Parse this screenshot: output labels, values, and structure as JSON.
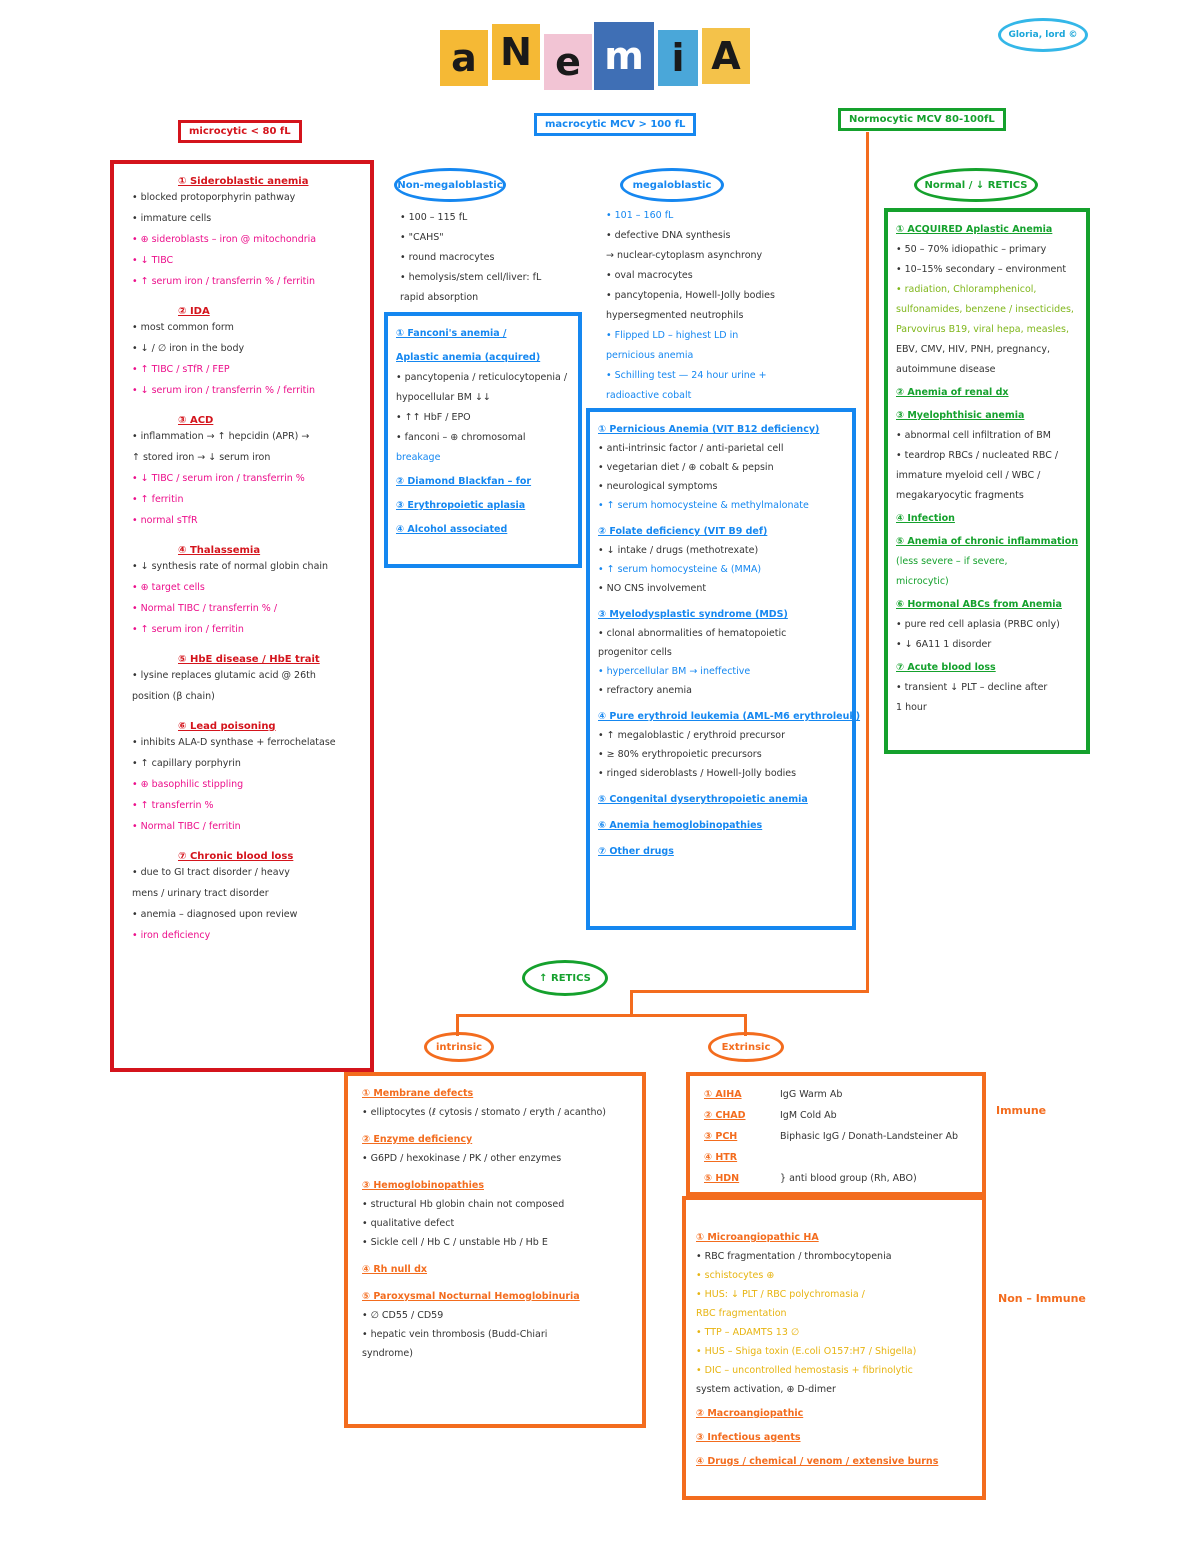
{
  "title": {
    "letters": [
      "a",
      "N",
      "e",
      "m",
      "i",
      "A"
    ],
    "tile_colors": [
      "#f5b935",
      "#f5b935",
      "#f2c4d4",
      "#3f6fb5",
      "#4aa7d9",
      "#f4c24a"
    ]
  },
  "author": "Gloria, lord ©",
  "headers": {
    "microcytic": "microcytic < 80 fL",
    "macrocytic": "macrocytic MCV > 100 fL",
    "normocytic": "Normocytic MCV 80-100fL"
  },
  "microcytic": {
    "sections": [
      {
        "title": "① Sideroblastic anemia",
        "lines": [
          {
            "t": "• blocked protoporphyrin pathway",
            "c": "dark"
          },
          {
            "t": "• immature cells",
            "c": "dark"
          },
          {
            "t": "• ⊕ sideroblasts – iron @ mitochondria",
            "c": "mag"
          },
          {
            "t": "• ↓ TIBC",
            "c": "mag"
          },
          {
            "t": "• ↑ serum iron / transferrin % / ferritin",
            "c": "mag"
          }
        ]
      },
      {
        "title": "② IDA",
        "lines": [
          {
            "t": "• most common form",
            "c": "dark"
          },
          {
            "t": "• ↓ / ∅ iron in the body",
            "c": "dark"
          },
          {
            "t": "• ↑ TIBC / sTfR / FEP",
            "c": "mag"
          },
          {
            "t": "• ↓ serum iron / transferrin % / ferritin",
            "c": "mag"
          }
        ]
      },
      {
        "title": "③ ACD",
        "lines": [
          {
            "t": "• inflammation → ↑ hepcidin (APR) →",
            "c": "dark"
          },
          {
            "t": "  ↑ stored iron → ↓ serum iron",
            "c": "dark"
          },
          {
            "t": "• ↓ TIBC / serum iron / transferrin %",
            "c": "mag"
          },
          {
            "t": "• ↑ ferritin",
            "c": "mag"
          },
          {
            "t": "• normal sTfR",
            "c": "mag"
          }
        ]
      },
      {
        "title": "④ Thalassemia",
        "lines": [
          {
            "t": "• ↓ synthesis rate of normal globin chain",
            "c": "dark"
          },
          {
            "t": "• ⊕ target cells",
            "c": "mag"
          },
          {
            "t": "• Normal TIBC / transferrin % /",
            "c": "mag"
          },
          {
            "t": "• ↑ serum iron / ferritin",
            "c": "mag"
          }
        ]
      },
      {
        "title": "⑤ HbE disease / HbE trait",
        "lines": [
          {
            "t": "• lysine replaces glutamic acid @ 26th",
            "c": "dark"
          },
          {
            "t": "  position (β chain)",
            "c": "dark"
          }
        ]
      },
      {
        "title": "⑥ Lead poisoning",
        "lines": [
          {
            "t": "• inhibits ALA-D synthase + ferrochelatase",
            "c": "dark"
          },
          {
            "t": "• ↑ capillary porphyrin",
            "c": "dark"
          },
          {
            "t": "• ⊕ basophilic stippling",
            "c": "mag"
          },
          {
            "t": "• ↑ transferrin %",
            "c": "mag"
          },
          {
            "t": "• Normal TIBC / ferritin",
            "c": "mag"
          }
        ]
      },
      {
        "title": "⑦ Chronic blood loss",
        "lines": [
          {
            "t": "• due to GI tract disorder / heavy",
            "c": "dark"
          },
          {
            "t": "  mens / urinary tract disorder",
            "c": "dark"
          },
          {
            "t": "• anemia – diagnosed upon review",
            "c": "dark"
          },
          {
            "t": "• iron deficiency",
            "c": "mag"
          }
        ]
      }
    ]
  },
  "macrocytic": {
    "nonmeg_label": "Non-megaloblastic",
    "nonmeg_lines": [
      "• 100 – 115 fL",
      "• \"CAHS\"",
      "• round macrocytes",
      "• hemolysis/stem cell/liver: fL",
      "  rapid absorption"
    ],
    "meg_label": "megaloblastic",
    "meg_lines": [
      {
        "t": "• 101 – 160 fL",
        "c": "blue"
      },
      {
        "t": "• defective DNA synthesis",
        "c": "dark"
      },
      {
        "t": "  → nuclear-cytoplasm asynchrony",
        "c": "dark"
      },
      {
        "t": "• oval macrocytes",
        "c": "dark"
      },
      {
        "t": "• pancytopenia, Howell-Jolly bodies",
        "c": "dark"
      },
      {
        "t": "  hypersegmented neutrophils",
        "c": "dark"
      },
      {
        "t": "• Flipped LD – highest LD in",
        "c": "blue"
      },
      {
        "t": "  pernicious anemia",
        "c": "blue"
      },
      {
        "t": "• Schilling test — 24 hour urine +",
        "c": "blue"
      },
      {
        "t": "  radioactive cobalt",
        "c": "blue"
      }
    ],
    "nonmeg_box": [
      {
        "t": "① Fanconi's anemia / ",
        "c": "blue",
        "u": true
      },
      {
        "t": "  Aplastic anemia (acquired)",
        "c": "blue",
        "u": true
      },
      {
        "t": "• pancytopenia / reticulocytopenia /",
        "c": "dark"
      },
      {
        "t": "  hypocellular BM ↓↓",
        "c": "dark"
      },
      {
        "t": "• ↑↑ HbF / EPO",
        "c": "dark"
      },
      {
        "t": "• fanconi – ⊕ chromosomal",
        "c": "dark"
      },
      {
        "t": "                 breakage",
        "c": "blue"
      },
      {
        "t": "② Diamond Blackfan – for",
        "c": "blue",
        "u": true
      },
      {
        "t": "③ Erythropoietic aplasia",
        "c": "blue",
        "u": true
      },
      {
        "t": "④ Alcohol associated",
        "c": "blue",
        "u": true
      }
    ],
    "meg_box": [
      {
        "t": "① Pernicious Anemia (VIT B12 deficiency)",
        "c": "blue",
        "u": true
      },
      {
        "t": "• anti-intrinsic factor / anti-parietal cell",
        "c": "dark"
      },
      {
        "t": "• vegetarian diet / ⊕ cobalt & pepsin",
        "c": "dark"
      },
      {
        "t": "• neurological symptoms",
        "c": "dark"
      },
      {
        "t": "• ↑ serum homocysteine & methylmalonate",
        "c": "blue"
      },
      {
        "t": "② Folate deficiency (VIT B9 def)",
        "c": "blue",
        "u": true
      },
      {
        "t": "• ↓ intake / drugs (methotrexate)",
        "c": "dark"
      },
      {
        "t": "• ↑ serum homocysteine & (MMA)",
        "c": "blue"
      },
      {
        "t": "• NO CNS involvement",
        "c": "dark"
      },
      {
        "t": "③ Myelodysplastic syndrome (MDS)",
        "c": "blue",
        "u": true
      },
      {
        "t": "• clonal abnormalities of hematopoietic",
        "c": "dark"
      },
      {
        "t": "  progenitor cells",
        "c": "dark"
      },
      {
        "t": "• hypercellular BM → ineffective",
        "c": "blue"
      },
      {
        "t": "• refractory anemia",
        "c": "dark"
      },
      {
        "t": "④ Pure erythroid leukemia (AML-M6 erythroleuk)",
        "c": "blue",
        "u": true
      },
      {
        "t": "• ↑ megaloblastic / erythroid precursor",
        "c": "dark"
      },
      {
        "t": "• ≥ 80% erythropoietic precursors",
        "c": "dark"
      },
      {
        "t": "• ringed sideroblasts / Howell-Jolly bodies",
        "c": "dark"
      },
      {
        "t": "⑤ Congenital dyserythropoietic anemia",
        "c": "blue",
        "u": true
      },
      {
        "t": "⑥ Anemia hemoglobinopathies",
        "c": "blue",
        "u": true
      },
      {
        "t": "⑦ Other drugs",
        "c": "blue",
        "u": true
      }
    ]
  },
  "normocytic": {
    "oval": "Normal / ↓ RETICS",
    "lines": [
      {
        "t": "① ACQUIRED Aplastic Anemia",
        "c": "green",
        "u": true
      },
      {
        "t": "• 50 – 70% idiopathic – primary",
        "c": "dark"
      },
      {
        "t": "• 10–15% secondary – environment",
        "c": "dark"
      },
      {
        "t": "• radiation, Chloramphenicol,",
        "c": "lime"
      },
      {
        "t": "  sulfonamides, benzene / insecticides,",
        "c": "lime"
      },
      {
        "t": "  Parvovirus B19, viral hepa, measles,",
        "c": "lime"
      },
      {
        "t": "  EBV, CMV, HIV, PNH, pregnancy,",
        "c": "dark"
      },
      {
        "t": "  autoimmune disease",
        "c": "dark"
      },
      {
        "t": "② Anemia of renal dx",
        "c": "green",
        "u": true
      },
      {
        "t": "③ Myelophthisic anemia",
        "c": "green",
        "u": true
      },
      {
        "t": "• abnormal cell infiltration of BM",
        "c": "dark"
      },
      {
        "t": "• teardrop RBCs / nucleated RBC /",
        "c": "dark"
      },
      {
        "t": "  immature myeloid cell / WBC /",
        "c": "dark"
      },
      {
        "t": "  megakaryocytic fragments",
        "c": "dark"
      },
      {
        "t": "④ Infection",
        "c": "green",
        "u": true
      },
      {
        "t": "⑤ Anemia of chronic inflammation",
        "c": "green",
        "u": true
      },
      {
        "t": "  (less severe – if severe,",
        "c": "green"
      },
      {
        "t": "                  microcytic)",
        "c": "green"
      },
      {
        "t": "⑥ Hormonal ABCs from Anemia",
        "c": "green",
        "u": true
      },
      {
        "t": "• pure red cell aplasia (PRBC only)",
        "c": "dark"
      },
      {
        "t": "• ↓ 6A11 1 disorder",
        "c": "dark"
      },
      {
        "t": "⑦ Acute blood loss",
        "c": "green",
        "u": true
      },
      {
        "t": "• transient ↓ PLT – decline after",
        "c": "dark"
      },
      {
        "t": "  1 hour",
        "c": "dark"
      }
    ]
  },
  "retics": {
    "oval": "↑ RETICS",
    "intrinsic": "intrinsic",
    "extrinsic": "Extrinsic",
    "intrinsic_lines": [
      {
        "t": "① Membrane defects",
        "c": "orange",
        "u": true
      },
      {
        "t": "• elliptocytes (ℓ cytosis / stomato / eryth / acantho)",
        "c": "dark"
      },
      {
        "t": "② Enzyme deficiency",
        "c": "orange",
        "u": true
      },
      {
        "t": "• G6PD / hexokinase / PK / other enzymes",
        "c": "dark"
      },
      {
        "t": "③ Hemoglobinopathies",
        "c": "orange",
        "u": true
      },
      {
        "t": "• structural Hb globin chain not composed",
        "c": "dark"
      },
      {
        "t": "• qualitative defect",
        "c": "dark"
      },
      {
        "t": "• Sickle cell / Hb C / unstable Hb / Hb E",
        "c": "dark"
      },
      {
        "t": "④ Rh null dx",
        "c": "orange",
        "u": true
      },
      {
        "t": "⑤ Paroxysmal Nocturnal Hemoglobinuria",
        "c": "orange",
        "u": true
      },
      {
        "t": "• ∅ CD55 / CD59",
        "c": "dark"
      },
      {
        "t": "• hepatic vein thrombosis (Budd-Chiari",
        "c": "dark"
      },
      {
        "t": "                               syndrome)",
        "c": "dark"
      }
    ],
    "extrinsic_immune": [
      {
        "code": "① AIHA",
        "desc": "IgG Warm Ab"
      },
      {
        "code": "② CHAD",
        "desc": "IgM Cold Ab"
      },
      {
        "code": "③ PCH",
        "desc": "Biphasic IgG / Donath-Landsteiner Ab"
      },
      {
        "code": "④ HTR",
        "desc": ""
      },
      {
        "code": "⑤ HDN",
        "desc": "} anti blood group (Rh, ABO)"
      }
    ],
    "immune_label": "Immune",
    "nonimmune_label": "Non – Immune",
    "nonimmune_lines": [
      {
        "t": "① Microangiopathic HA",
        "c": "orange",
        "u": true
      },
      {
        "t": "• RBC fragmentation / thrombocytopenia",
        "c": "dark"
      },
      {
        "t": "• schistocytes ⊕",
        "c": "yellow"
      },
      {
        "t": "• HUS: ↓ PLT / RBC polychromasia /",
        "c": "yellow"
      },
      {
        "t": "        RBC fragmentation",
        "c": "yellow"
      },
      {
        "t": "• TTP – ADAMTS 13 ∅",
        "c": "yellow"
      },
      {
        "t": "• HUS – Shiga toxin (E.coli O157:H7 / Shigella)",
        "c": "yellow"
      },
      {
        "t": "• DIC – uncontrolled hemostasis + fibrinolytic",
        "c": "yellow"
      },
      {
        "t": "             system activation, ⊕ D-dimer",
        "c": "dark"
      },
      {
        "t": "② Macroangiopathic",
        "c": "orange",
        "u": true
      },
      {
        "t": "③ Infectious agents",
        "c": "orange",
        "u": true
      },
      {
        "t": "④ Drugs / chemical / venom / extensive burns",
        "c": "orange",
        "u": true
      }
    ]
  }
}
